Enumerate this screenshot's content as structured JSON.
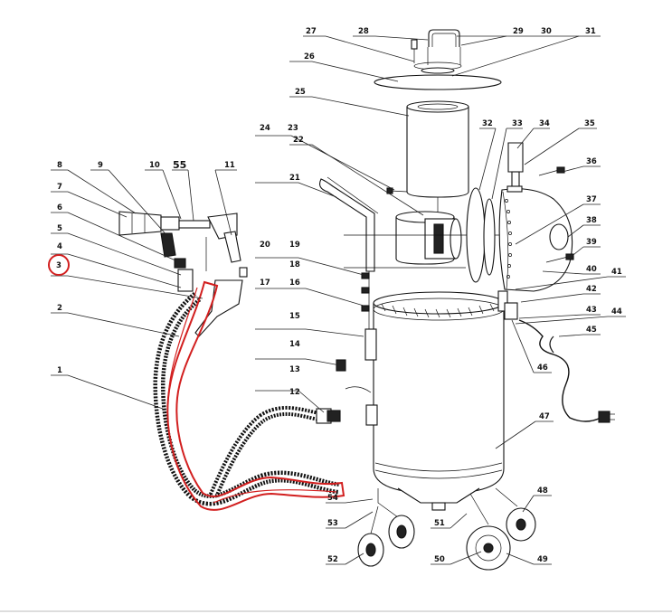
{
  "diagram": {
    "callouts": [
      "1",
      "2",
      "3",
      "4",
      "5",
      "6",
      "7",
      "8",
      "9",
      "10",
      "55",
      "11",
      "12",
      "13",
      "14",
      "15",
      "16",
      "17",
      "18",
      "19",
      "20",
      "21",
      "22",
      "23",
      "24",
      "25",
      "26",
      "27",
      "28",
      "29",
      "30",
      "31",
      "32",
      "33",
      "34",
      "35",
      "36",
      "37",
      "38",
      "39",
      "40",
      "41",
      "42",
      "43",
      "44",
      "45",
      "46",
      "47",
      "48",
      "49",
      "50",
      "51",
      "52",
      "53",
      "54"
    ],
    "highlighted_callout": "3",
    "highlight_color": "#d21f1f",
    "line_color": "#111111"
  }
}
